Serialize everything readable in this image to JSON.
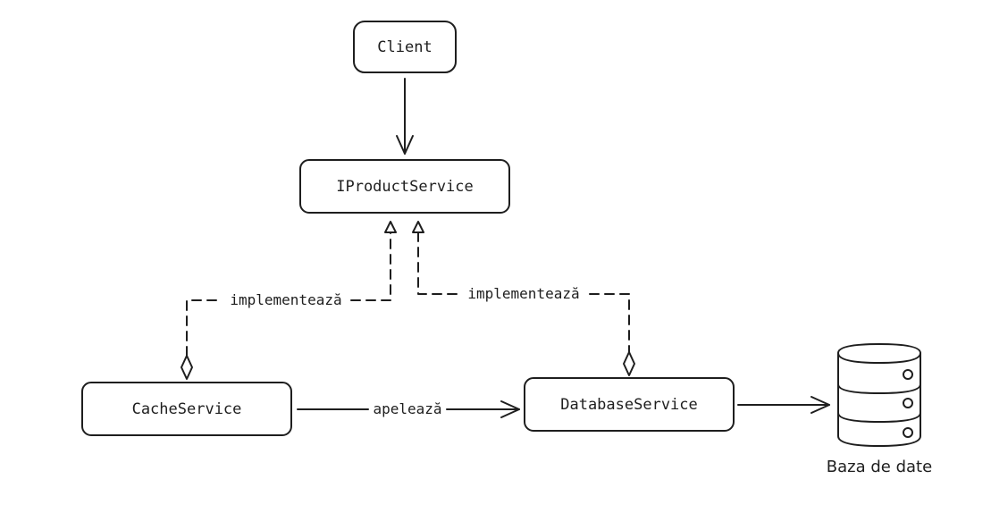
{
  "nodes": {
    "client": {
      "label": "Client"
    },
    "iproduct": {
      "label": "IProductService",
      "fill": "#a5e4f0",
      "hatch": "#7cc9da"
    },
    "cache": {
      "label": "CacheService",
      "fill": "#fff3bf",
      "hatch": "#f2d36b"
    },
    "database": {
      "label": "DatabaseService",
      "fill": "#ffe3e6",
      "hatch": "#f3a6b0"
    }
  },
  "edges": {
    "cache_impl": {
      "label": "implementează"
    },
    "db_impl": {
      "label": "implementează"
    },
    "calls": {
      "label": "apelează"
    }
  },
  "db_icon": {
    "label": "Baza de date",
    "color": "#1971e2"
  }
}
